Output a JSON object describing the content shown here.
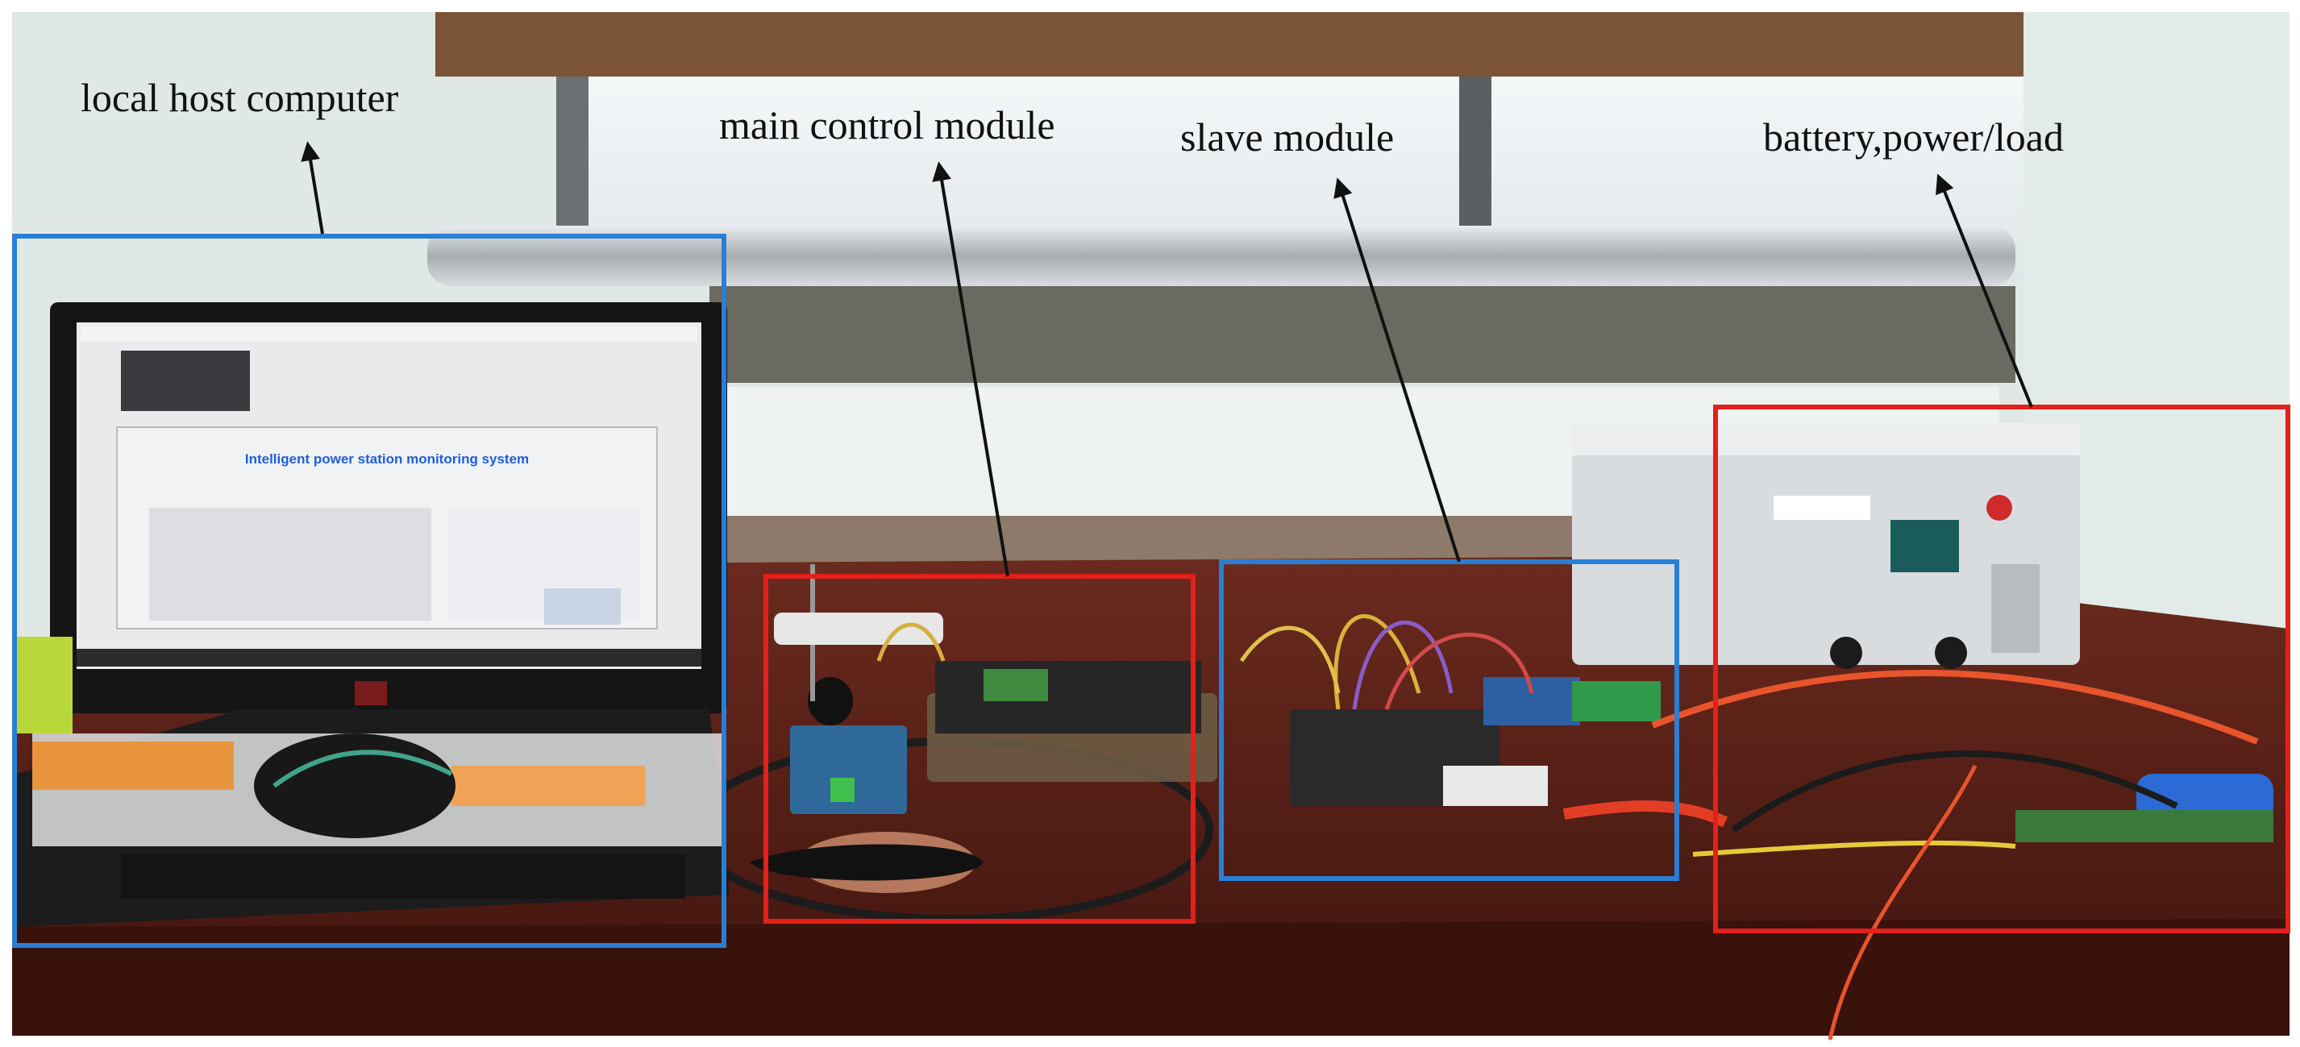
{
  "labels": {
    "host_computer": "local host computer",
    "main_control": "main control module",
    "slave": "slave module",
    "battery": "battery,power/load"
  },
  "monitor": {
    "title": "Intelligent power station monitoring system"
  },
  "colors": {
    "box_blue": "#2a7fd4",
    "box_red": "#e3201b",
    "desk": "#5a1f16",
    "wall": "#dde8e4"
  }
}
